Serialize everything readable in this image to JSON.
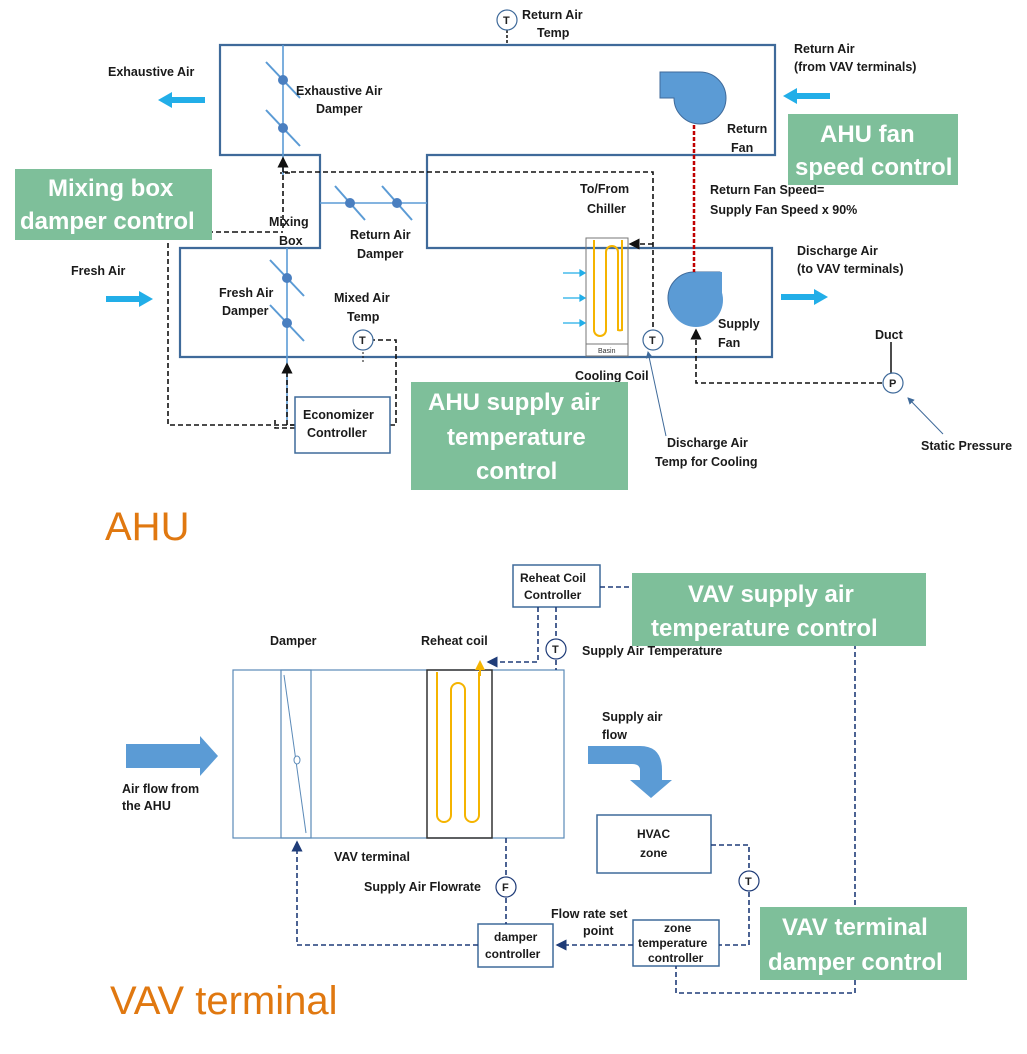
{
  "sections": {
    "ahu": "AHU",
    "vav": "VAV terminal"
  },
  "ahu": {
    "labels": {
      "return_air_temp_1": "Return Air",
      "return_air_temp_2": "Temp",
      "exhaustive_air": "Exhaustive Air",
      "exhaustive_damper_1": "Exhaustive Air",
      "exhaustive_damper_2": "Damper",
      "return_air_vav_1": "Return Air",
      "return_air_vav_2": "(from VAV terminals)",
      "return_fan_1": "Return",
      "return_fan_2": "Fan",
      "to_from_chiller_1": "To/From",
      "to_from_chiller_2": "Chiller",
      "fan_speed_1": "Return Fan Speed=",
      "fan_speed_2": "Supply Fan Speed x 90%",
      "mixing_box_1": "Mixing",
      "mixing_box_2": "Box",
      "return_air_damper_1": "Return Air",
      "return_air_damper_2": "Damper",
      "fresh_air": "Fresh Air",
      "fresh_air_damper_1": "Fresh Air",
      "fresh_air_damper_2": "Damper",
      "mixed_air_temp_1": "Mixed Air",
      "mixed_air_temp_2": "Temp",
      "discharge_air_1": "Discharge Air",
      "discharge_air_2": "(to VAV terminals)",
      "supply_fan_1": "Supply",
      "supply_fan_2": "Fan",
      "duct": "Duct",
      "cooling_coil": "Cooling Coil",
      "economizer_1": "Economizer",
      "economizer_2": "Controller",
      "discharge_temp_1": "Discharge Air",
      "discharge_temp_2": "Temp for Cooling",
      "static_pressure": "Static Pressure",
      "basin": "Basin"
    },
    "sensors": {
      "temp": "T",
      "pressure": "P"
    }
  },
  "vav": {
    "labels": {
      "reheat_controller_1": "Reheat Coil",
      "reheat_controller_2": "Controller",
      "damper": "Damper",
      "reheat_coil": "Reheat coil",
      "supply_air_temperature": "Supply Air Temperature",
      "air_flow_1": "Air flow from",
      "air_flow_2": "the AHU",
      "supply_air_flow_1": "Supply air",
      "supply_air_flow_2": "flow",
      "hvac_zone_1": "HVAC",
      "hvac_zone_2": "zone",
      "vav_terminal": "VAV terminal",
      "supply_air_flowrate": "Supply Air Flowrate",
      "flow_rate_set_point_1": "Flow rate set",
      "flow_rate_set_point_2": "point",
      "damper_controller_1": "damper",
      "damper_controller_2": "controller",
      "zone_temp_controller_1": "zone",
      "zone_temp_controller_2": "temperature",
      "zone_temp_controller_3": "controller"
    },
    "sensors": {
      "temp": "T",
      "flow": "F"
    }
  },
  "callouts": {
    "mixing_box_1": "Mixing box",
    "mixing_box_2": "damper control",
    "ahu_fan_1": "AHU fan",
    "ahu_fan_2": "speed control",
    "ahu_supply_1": "AHU supply air",
    "ahu_supply_2": "temperature",
    "ahu_supply_3": "control",
    "vav_supply_1": "VAV supply air",
    "vav_supply_2": "temperature control",
    "vav_damper_1": "VAV terminal",
    "vav_damper_2": "damper control"
  },
  "colors": {
    "duct_outline": "#3f6a9a",
    "flow_arrow": "#22aee8",
    "fan_blue": "#5b9bd5",
    "coil_yellow": "#f5b400",
    "callout_green": "#7ebf9a",
    "section_orange": "#e07810",
    "control_line_ahu": "#111111",
    "control_line_vav": "#1f3c78",
    "fan_link_red": "#c00000"
  }
}
